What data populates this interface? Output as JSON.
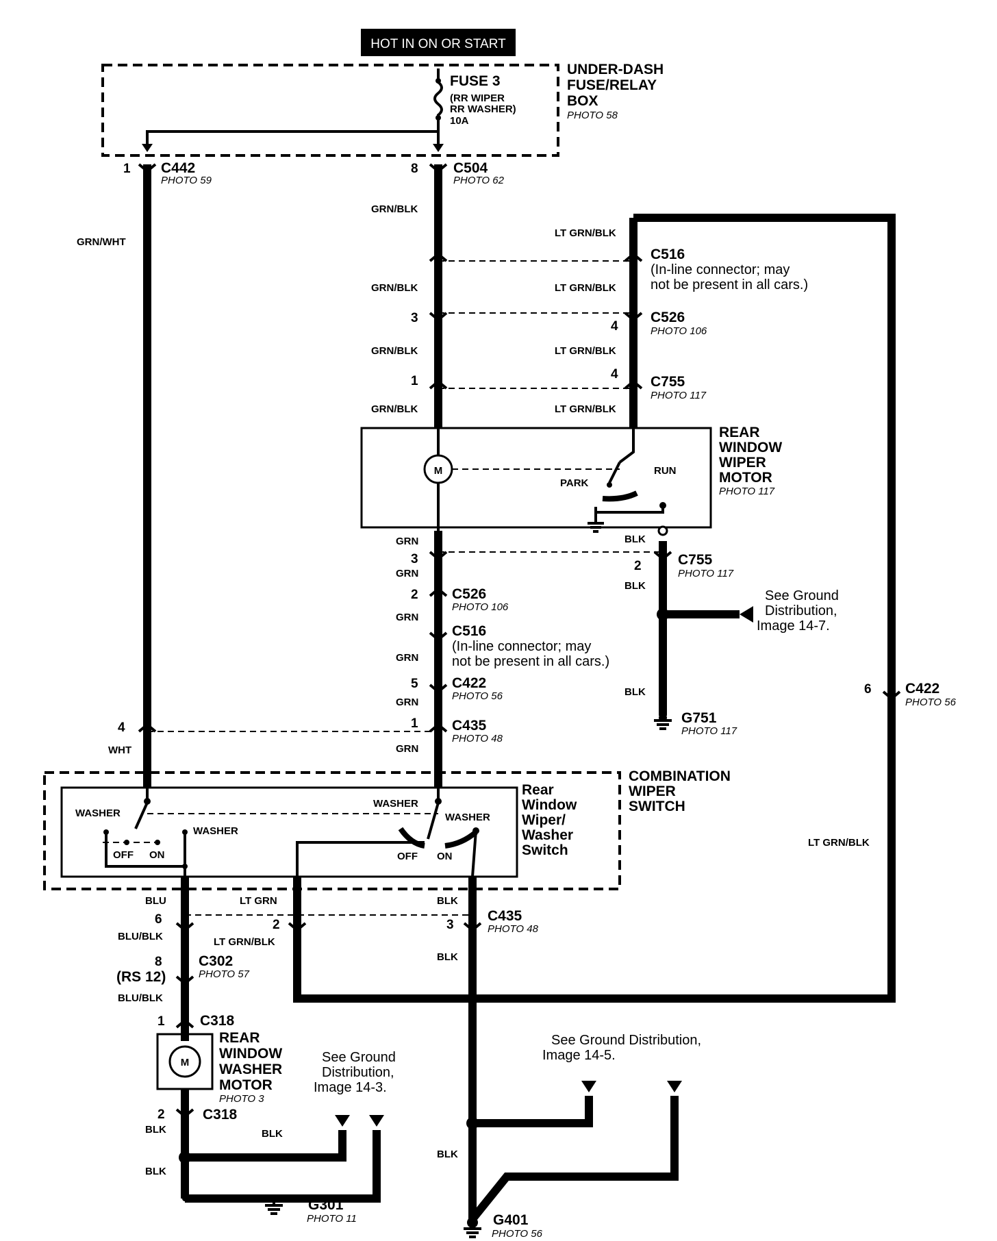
{
  "header": {
    "title": "HOT IN ON OR START"
  },
  "fuse_box": {
    "name_lines": [
      "UNDER-DASH",
      "FUSE/RELAY",
      "BOX"
    ],
    "photo": "PHOTO 58",
    "fuse_name": "FUSE 3",
    "fuse_desc": [
      "(RR WIPER",
      "RR WASHER)",
      "10A"
    ]
  },
  "connectors": {
    "c442_top": {
      "id": "C442",
      "photo": "PHOTO 59",
      "pin": "1"
    },
    "c504": {
      "id": "C504",
      "photo": "PHOTO 62",
      "pin": "8"
    },
    "c516_top": {
      "id": "C516",
      "note": [
        "(In-line connector; may",
        "not be present in all cars.)"
      ]
    },
    "c526_top": {
      "id": "C526",
      "photo": "PHOTO 106",
      "pin_left": "3",
      "pin_right": "4"
    },
    "c755_top": {
      "id": "C755",
      "photo": "PHOTO 117",
      "pin_left": "1",
      "pin_right": "4"
    },
    "c755_mid": {
      "id": "C755",
      "photo": "PHOTO 117",
      "pin_left": "3",
      "pin_right": "2"
    },
    "c526_mid": {
      "id": "C526",
      "photo": "PHOTO 106",
      "pin": "2"
    },
    "c516_mid": {
      "id": "C516",
      "note": [
        "(In-line connector; may",
        "not be present in all cars.)"
      ]
    },
    "c422_mid": {
      "id": "C422",
      "photo": "PHOTO 56",
      "pin": "5"
    },
    "c422_right": {
      "id": "C422",
      "photo": "PHOTO 56",
      "pin": "6"
    },
    "c435_top": {
      "id": "C435",
      "photo": "PHOTO 48",
      "pin_left": "4",
      "pin_right": "1"
    },
    "c435_bot": {
      "id": "C435",
      "photo": "PHOTO 48",
      "pin_left": "6",
      "pin_mid": "2",
      "pin_right": "3"
    },
    "c302": {
      "id": "C302",
      "photo": "PHOTO 57",
      "pin": "8",
      "alt": "(RS 12)"
    },
    "c318_top": {
      "id": "C318",
      "pin": "1"
    },
    "c318_bot": {
      "id": "C318",
      "pin": "2"
    }
  },
  "wires": {
    "grn_wht": "GRN/WHT",
    "grn_blk": "GRN/BLK",
    "lt_grn_blk": "LT GRN/BLK",
    "grn": "GRN",
    "blk": "BLK",
    "wht": "WHT",
    "blu": "BLU",
    "lt_grn": "LT GRN",
    "blu_blk": "BLU/BLK"
  },
  "components": {
    "wiper_motor": {
      "name_lines": [
        "REAR",
        "WINDOW",
        "WIPER",
        "MOTOR"
      ],
      "photo": "PHOTO 117",
      "park": "PARK",
      "run": "RUN",
      "m": "M"
    },
    "switch_assembly": {
      "name_lines": [
        "COMBINATION",
        "WIPER",
        "SWITCH"
      ]
    },
    "switch_inner": {
      "name_lines": [
        "Rear",
        "Window",
        "Wiper/",
        "Washer",
        "Switch"
      ]
    },
    "switch_labels": {
      "washer": "WASHER",
      "off": "OFF",
      "on": "ON"
    },
    "washer_motor": {
      "name_lines": [
        "REAR",
        "WINDOW",
        "WASHER",
        "MOTOR"
      ],
      "photo": "PHOTO 3",
      "m": "M"
    }
  },
  "grounds": {
    "g751": {
      "id": "G751",
      "photo": "PHOTO 117"
    },
    "g301": {
      "id": "G301",
      "photo": "PHOTO 11"
    },
    "g401": {
      "id": "G401",
      "photo": "PHOTO 56"
    }
  },
  "notes": {
    "ground_14_7": [
      "See Ground",
      "Distribution,",
      "Image 14-7."
    ],
    "ground_14_3": [
      "See Ground",
      "Distribution,",
      "Image 14-3."
    ],
    "ground_14_5": [
      "See Ground Distribution,",
      "Image 14-5."
    ]
  }
}
